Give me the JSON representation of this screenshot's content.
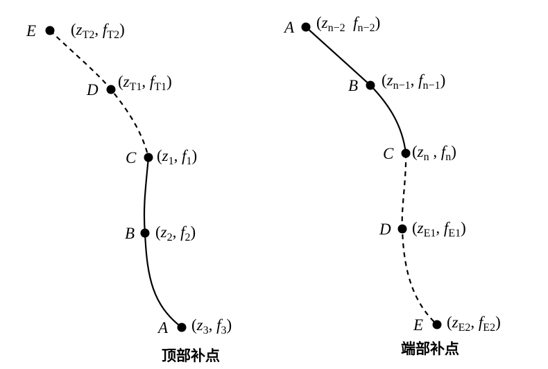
{
  "diagrams": [
    {
      "caption": "顶部补点",
      "points": [
        {
          "letter": "E",
          "z": "z",
          "z_sub": "T2",
          "f": "f",
          "f_sub": "T2",
          "open": "(",
          "sep": ", ",
          "close": ")"
        },
        {
          "letter": "D",
          "z": "z",
          "z_sub": "T1",
          "f": "f",
          "f_sub": "T1",
          "open": "(",
          "sep": ", ",
          "close": ")"
        },
        {
          "letter": "C",
          "z": "z",
          "z_sub": "1",
          "f": "f",
          "f_sub": "1",
          "open": "(",
          "sep": ", ",
          "close": ")"
        },
        {
          "letter": "B",
          "z": "z",
          "z_sub": "2",
          "f": "f",
          "f_sub": "2",
          "open": "(",
          "sep": ", ",
          "close": ")"
        },
        {
          "letter": "A",
          "z": "z",
          "z_sub": "3",
          "f": "f",
          "f_sub": "3",
          "open": "(",
          "sep": ", ",
          "close": ")"
        }
      ]
    },
    {
      "caption": "端部补点",
      "points": [
        {
          "letter": "A",
          "z": "z",
          "z_sub": "n−2",
          "f": "f",
          "f_sub": "n−2",
          "open": "(",
          "sep": "  ",
          "close": ")"
        },
        {
          "letter": "B",
          "z": "z",
          "z_sub": "n−1",
          "f": "f",
          "f_sub": "n−1",
          "open": "(",
          "sep": ", ",
          "close": ")"
        },
        {
          "letter": "C",
          "z": "z",
          "z_sub": "n",
          "f": "f",
          "f_sub": "n",
          "open": "(",
          "sep": " , ",
          "close": ")"
        },
        {
          "letter": "D",
          "z": "z",
          "z_sub": "E1",
          "f": "f",
          "f_sub": "E1",
          "open": "(",
          "sep": ", ",
          "close": ")"
        },
        {
          "letter": "E",
          "z": "z",
          "z_sub": "E2",
          "f": "f",
          "f_sub": "E2",
          "open": "(",
          "sep": ", ",
          "close": ")"
        }
      ]
    }
  ]
}
